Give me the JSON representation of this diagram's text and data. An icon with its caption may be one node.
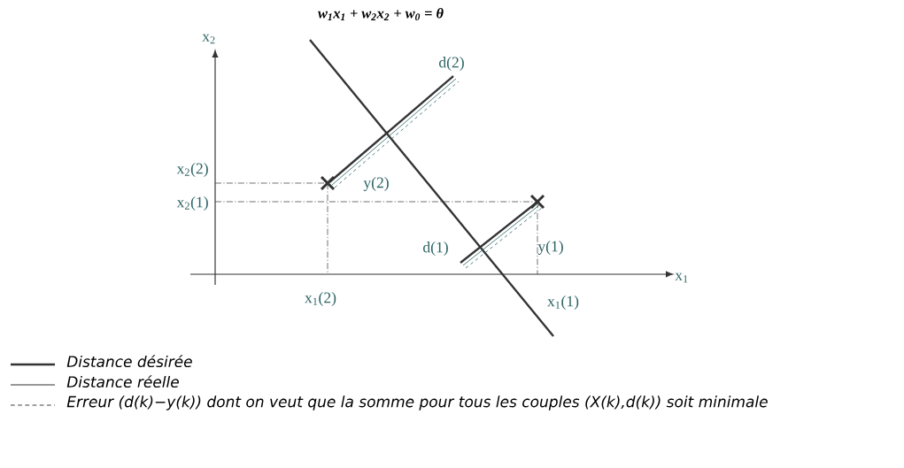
{
  "diagram": {
    "labels": [
      "*w*$_{1}$*x*$_{1}$ + *w*$_{2}$*x*$_{2}$ + *w*$_{0}$ = *θ*",
      "x$_{2}$",
      "d(2)",
      "x$_{2}$(2)",
      "y(2)",
      "x$_{2}$(1)",
      "d(1)",
      "y(1)",
      "x$_{1}$",
      "x$_{1}$(2)",
      "x$_{1}$(1)"
    ],
    "legend": [
      {
        "text": "Distance désirée"
      },
      {
        "text": "Distance réelle"
      },
      {
        "text": "Erreur (d(k)−y(k)) dont on veut que la somme pour tous les couples (X(k),d(k)) soit minimale"
      }
    ]
  }
}
